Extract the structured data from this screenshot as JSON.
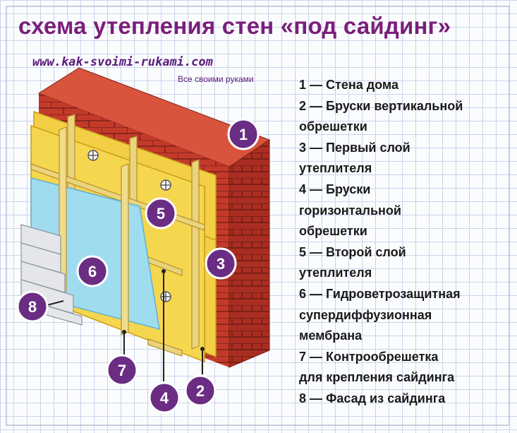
{
  "title": "схема утепления стен «под сайдинг»",
  "site": {
    "url": "www.kak-svoimi-rukami.com",
    "tagline": "Все своими руками"
  },
  "legend": [
    "1 — Стена дома",
    "2 — Бруски вертикальной",
    "обрешетки",
    "3 — Первый слой",
    "утеплителя",
    "4 — Бруски",
    "горизонтальной",
    "обрешетки",
    "5 — Второй слой",
    "утеплителя",
    "6 — Гидроветрозащитная",
    "супердиффузионная",
    "мембрана",
    "7 — Контрообрешетка",
    "для крепления сайдинга",
    "8 — Фасад из сайдинга"
  ],
  "callouts": [
    "1",
    "2",
    "3",
    "4",
    "5",
    "6",
    "7",
    "8"
  ],
  "colors": {
    "title": "#7a1f7a",
    "callout_fill": "#6a2d83",
    "brick": "#c43a2a",
    "insulation": "#f2cf45",
    "membrane": "#9fdcf0",
    "siding": "#e4e6ea"
  }
}
